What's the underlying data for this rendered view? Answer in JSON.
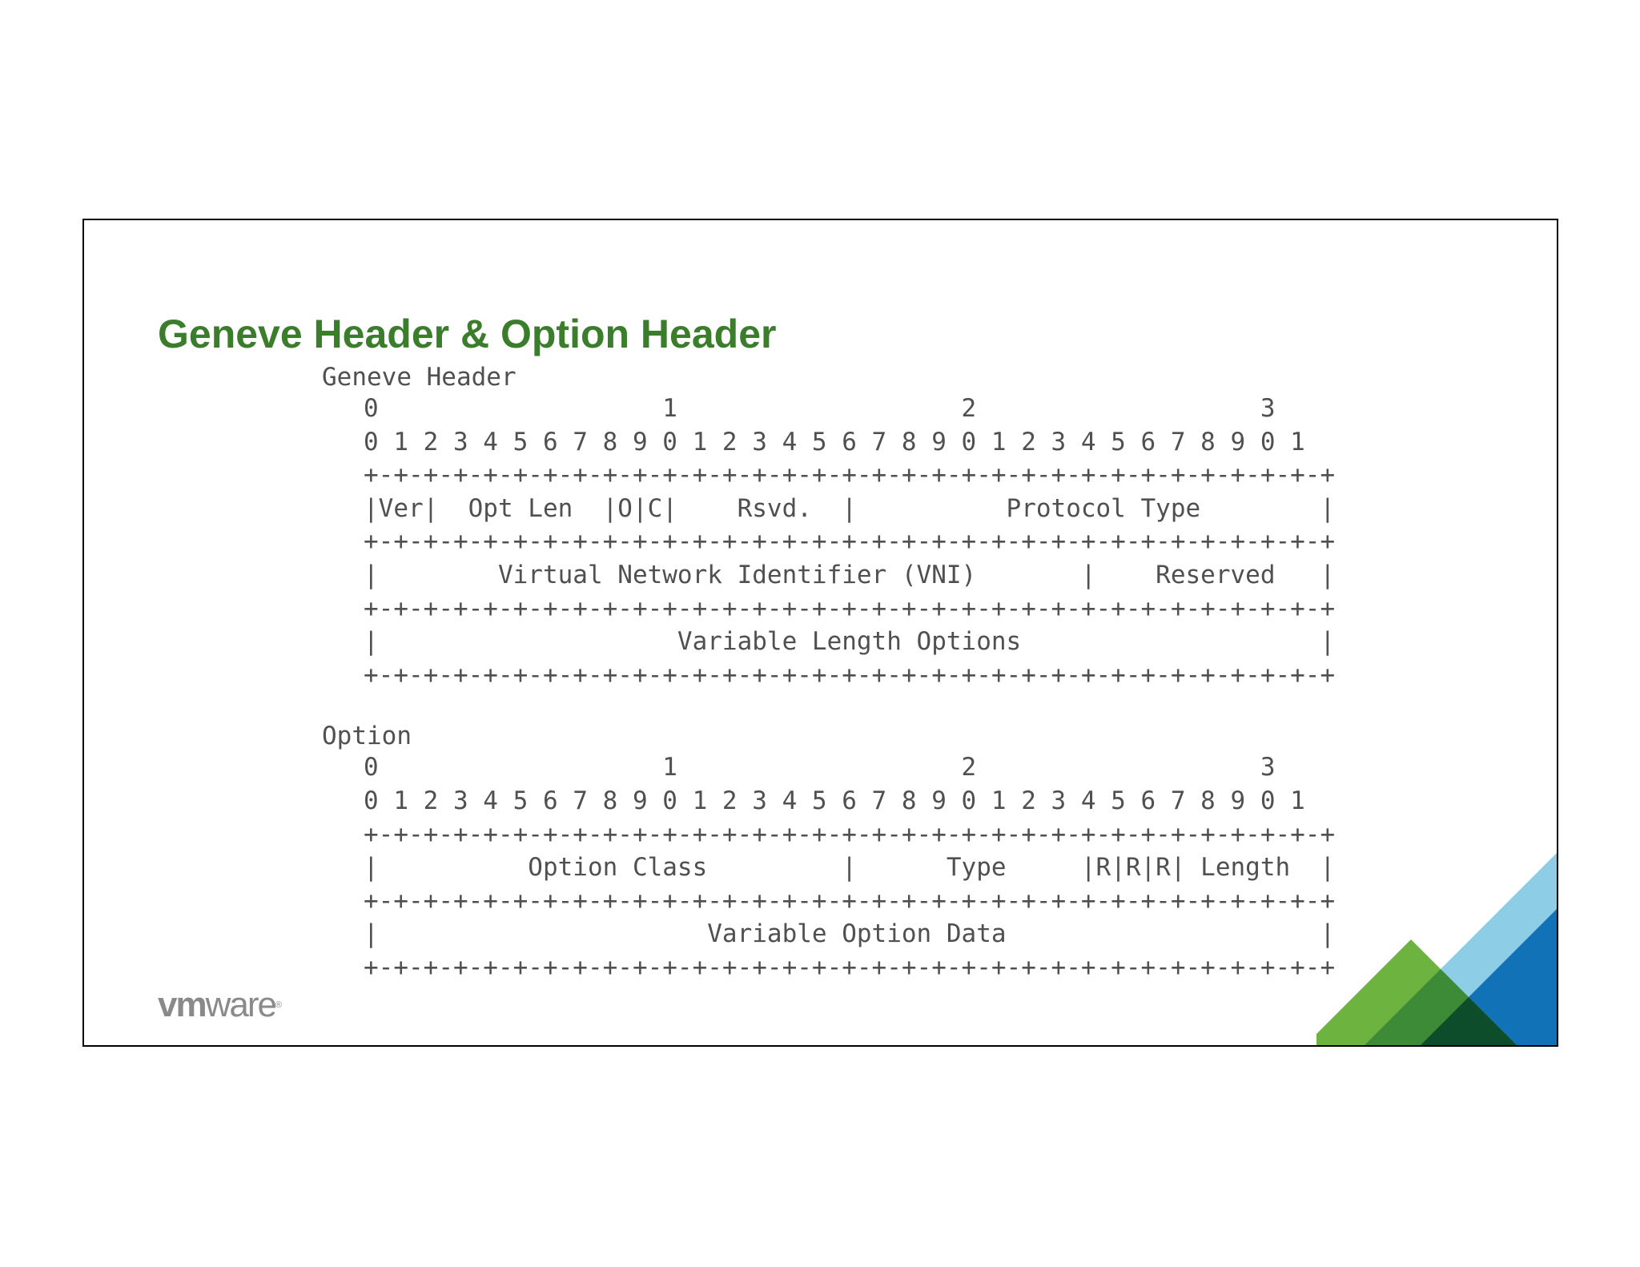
{
  "slide": {
    "title": "Geneve Header & Option Header"
  },
  "geneve_header": {
    "label": "Geneve Header",
    "lines": [
      "0                   1                   2                   3",
      "0 1 2 3 4 5 6 7 8 9 0 1 2 3 4 5 6 7 8 9 0 1 2 3 4 5 6 7 8 9 0 1",
      "+-+-+-+-+-+-+-+-+-+-+-+-+-+-+-+-+-+-+-+-+-+-+-+-+-+-+-+-+-+-+-+-+",
      "|Ver|  Opt Len  |O|C|    Rsvd.  |          Protocol Type        |",
      "+-+-+-+-+-+-+-+-+-+-+-+-+-+-+-+-+-+-+-+-+-+-+-+-+-+-+-+-+-+-+-+-+",
      "|        Virtual Network Identifier (VNI)       |    Reserved   |",
      "+-+-+-+-+-+-+-+-+-+-+-+-+-+-+-+-+-+-+-+-+-+-+-+-+-+-+-+-+-+-+-+-+",
      "|                    Variable Length Options                    |",
      "+-+-+-+-+-+-+-+-+-+-+-+-+-+-+-+-+-+-+-+-+-+-+-+-+-+-+-+-+-+-+-+-+"
    ]
  },
  "option_header": {
    "label": "Option",
    "lines": [
      "0                   1                   2                   3",
      "0 1 2 3 4 5 6 7 8 9 0 1 2 3 4 5 6 7 8 9 0 1 2 3 4 5 6 7 8 9 0 1",
      "+-+-+-+-+-+-+-+-+-+-+-+-+-+-+-+-+-+-+-+-+-+-+-+-+-+-+-+-+-+-+-+-+",
      "|          Option Class         |      Type     |R|R|R| Length  |",
      "+-+-+-+-+-+-+-+-+-+-+-+-+-+-+-+-+-+-+-+-+-+-+-+-+-+-+-+-+-+-+-+-+",
      "|                      Variable Option Data                     |",
      "+-+-+-+-+-+-+-+-+-+-+-+-+-+-+-+-+-+-+-+-+-+-+-+-+-+-+-+-+-+-+-+-+"
    ]
  },
  "logo": {
    "vm": "vm",
    "ware": "ware",
    "mark": "®"
  },
  "colors": {
    "title": "#3a7d2a",
    "text": "#505050",
    "logo": "#8a8a8a",
    "green_light": "#6db33f",
    "green_mid": "#3d8b37",
    "green_dark": "#0e4d2b",
    "blue_light": "#8ecde6",
    "blue_dark": "#1172b7"
  }
}
